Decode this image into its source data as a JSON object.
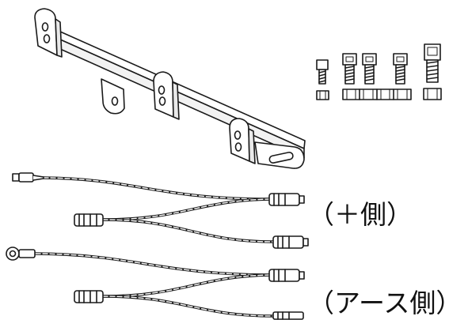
{
  "labels": {
    "plus_side": "（＋側）",
    "earth_side": "（アース側）"
  },
  "colors": {
    "line": "#1a1a1a",
    "fill": "#ffffff"
  },
  "parts": {
    "bracket": "mounting-bracket",
    "bolts": [
      "small-bolt",
      "bolt",
      "bolt",
      "bolt",
      "large-bolt"
    ],
    "washers": [
      "washer",
      "washer",
      "washer",
      "washer",
      "washer"
    ],
    "harnesses": [
      "plus-harness",
      "earth-harness"
    ]
  }
}
